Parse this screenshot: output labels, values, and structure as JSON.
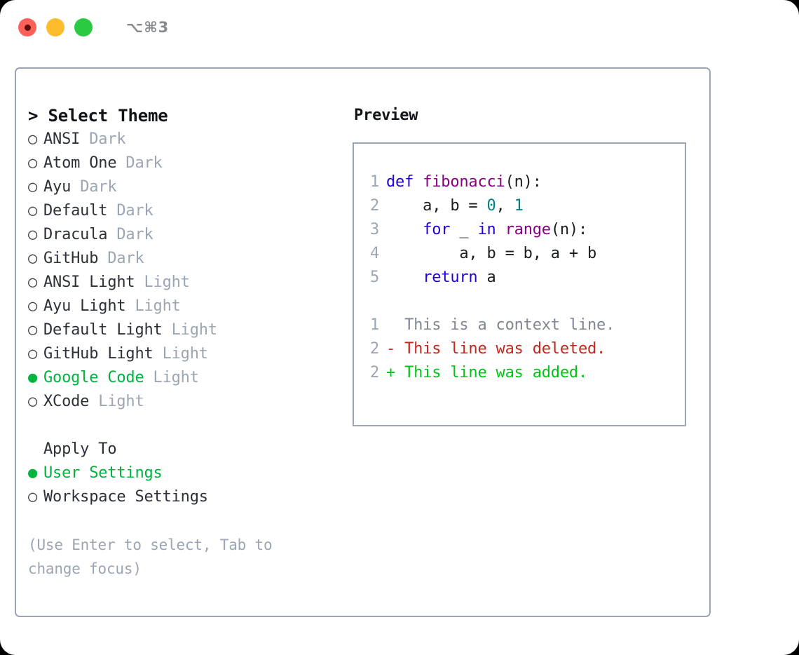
{
  "titlebar": {
    "shortcut": "⌥⌘3",
    "buttons": [
      {
        "name": "close",
        "color": "#fc6058"
      },
      {
        "name": "minimize",
        "color": "#fdbc2c"
      },
      {
        "name": "maximize",
        "color": "#2acb42"
      }
    ]
  },
  "theme_picker": {
    "header": "> Select Theme",
    "marker_unselected": "○",
    "marker_selected": "●",
    "items": [
      {
        "label": "ANSI",
        "tag": "Dark",
        "selected": false
      },
      {
        "label": "Atom One",
        "tag": "Dark",
        "selected": false
      },
      {
        "label": "Ayu",
        "tag": "Dark",
        "selected": false
      },
      {
        "label": "Default",
        "tag": "Dark",
        "selected": false
      },
      {
        "label": "Dracula",
        "tag": "Dark",
        "selected": false
      },
      {
        "label": "GitHub",
        "tag": "Dark",
        "selected": false
      },
      {
        "label": "ANSI Light",
        "tag": "Light",
        "selected": false
      },
      {
        "label": "Ayu Light",
        "tag": "Light",
        "selected": false
      },
      {
        "label": "Default Light",
        "tag": "Light",
        "selected": false
      },
      {
        "label": "GitHub Light",
        "tag": "Light",
        "selected": false
      },
      {
        "label": "Google Code",
        "tag": "Light",
        "selected": true
      },
      {
        "label": "XCode",
        "tag": "Light",
        "selected": false
      }
    ]
  },
  "apply_to": {
    "header": "Apply To",
    "items": [
      {
        "label": "User Settings",
        "selected": true
      },
      {
        "label": "Workspace Settings",
        "selected": false
      }
    ]
  },
  "hint": "(Use Enter to select, Tab to change focus)",
  "preview": {
    "title": "Preview",
    "code_lines": [
      {
        "no": "1",
        "tokens": [
          {
            "t": "def",
            "c": "kw"
          },
          {
            "t": " ",
            "c": "plain"
          },
          {
            "t": "fibonacci",
            "c": "fn"
          },
          {
            "t": "(n):",
            "c": "plain"
          }
        ]
      },
      {
        "no": "2",
        "tokens": [
          {
            "t": "    a, b = ",
            "c": "plain"
          },
          {
            "t": "0",
            "c": "num"
          },
          {
            "t": ", ",
            "c": "plain"
          },
          {
            "t": "1",
            "c": "num"
          }
        ]
      },
      {
        "no": "3",
        "tokens": [
          {
            "t": "    ",
            "c": "plain"
          },
          {
            "t": "for",
            "c": "kw"
          },
          {
            "t": " _ ",
            "c": "plain"
          },
          {
            "t": "in",
            "c": "kw"
          },
          {
            "t": " ",
            "c": "plain"
          },
          {
            "t": "range",
            "c": "fn"
          },
          {
            "t": "(n):",
            "c": "plain"
          }
        ]
      },
      {
        "no": "4",
        "tokens": [
          {
            "t": "        a, b = b, a + b",
            "c": "plain"
          }
        ]
      },
      {
        "no": "5",
        "tokens": [
          {
            "t": "    ",
            "c": "plain"
          },
          {
            "t": "return",
            "c": "kw"
          },
          {
            "t": " a",
            "c": "plain"
          }
        ]
      }
    ],
    "diff_lines": [
      {
        "no": "1",
        "tokens": [
          {
            "t": "  This is a context line.",
            "c": "ctx"
          }
        ]
      },
      {
        "no": "2",
        "tokens": [
          {
            "t": "- This line was deleted.",
            "c": "del"
          }
        ]
      },
      {
        "no": "2",
        "tokens": [
          {
            "t": "+ This line was added.",
            "c": "add"
          }
        ]
      }
    ]
  },
  "colors": {
    "keyword": "#2600d6",
    "function": "#8b0081",
    "number": "#00807f",
    "plain": "#1a1d21",
    "context": "#808793",
    "deleted": "#c2251b",
    "added": "#00c514",
    "selected": "#00b33c",
    "muted": "#9ba6b2",
    "border": "#9ba6b2"
  }
}
